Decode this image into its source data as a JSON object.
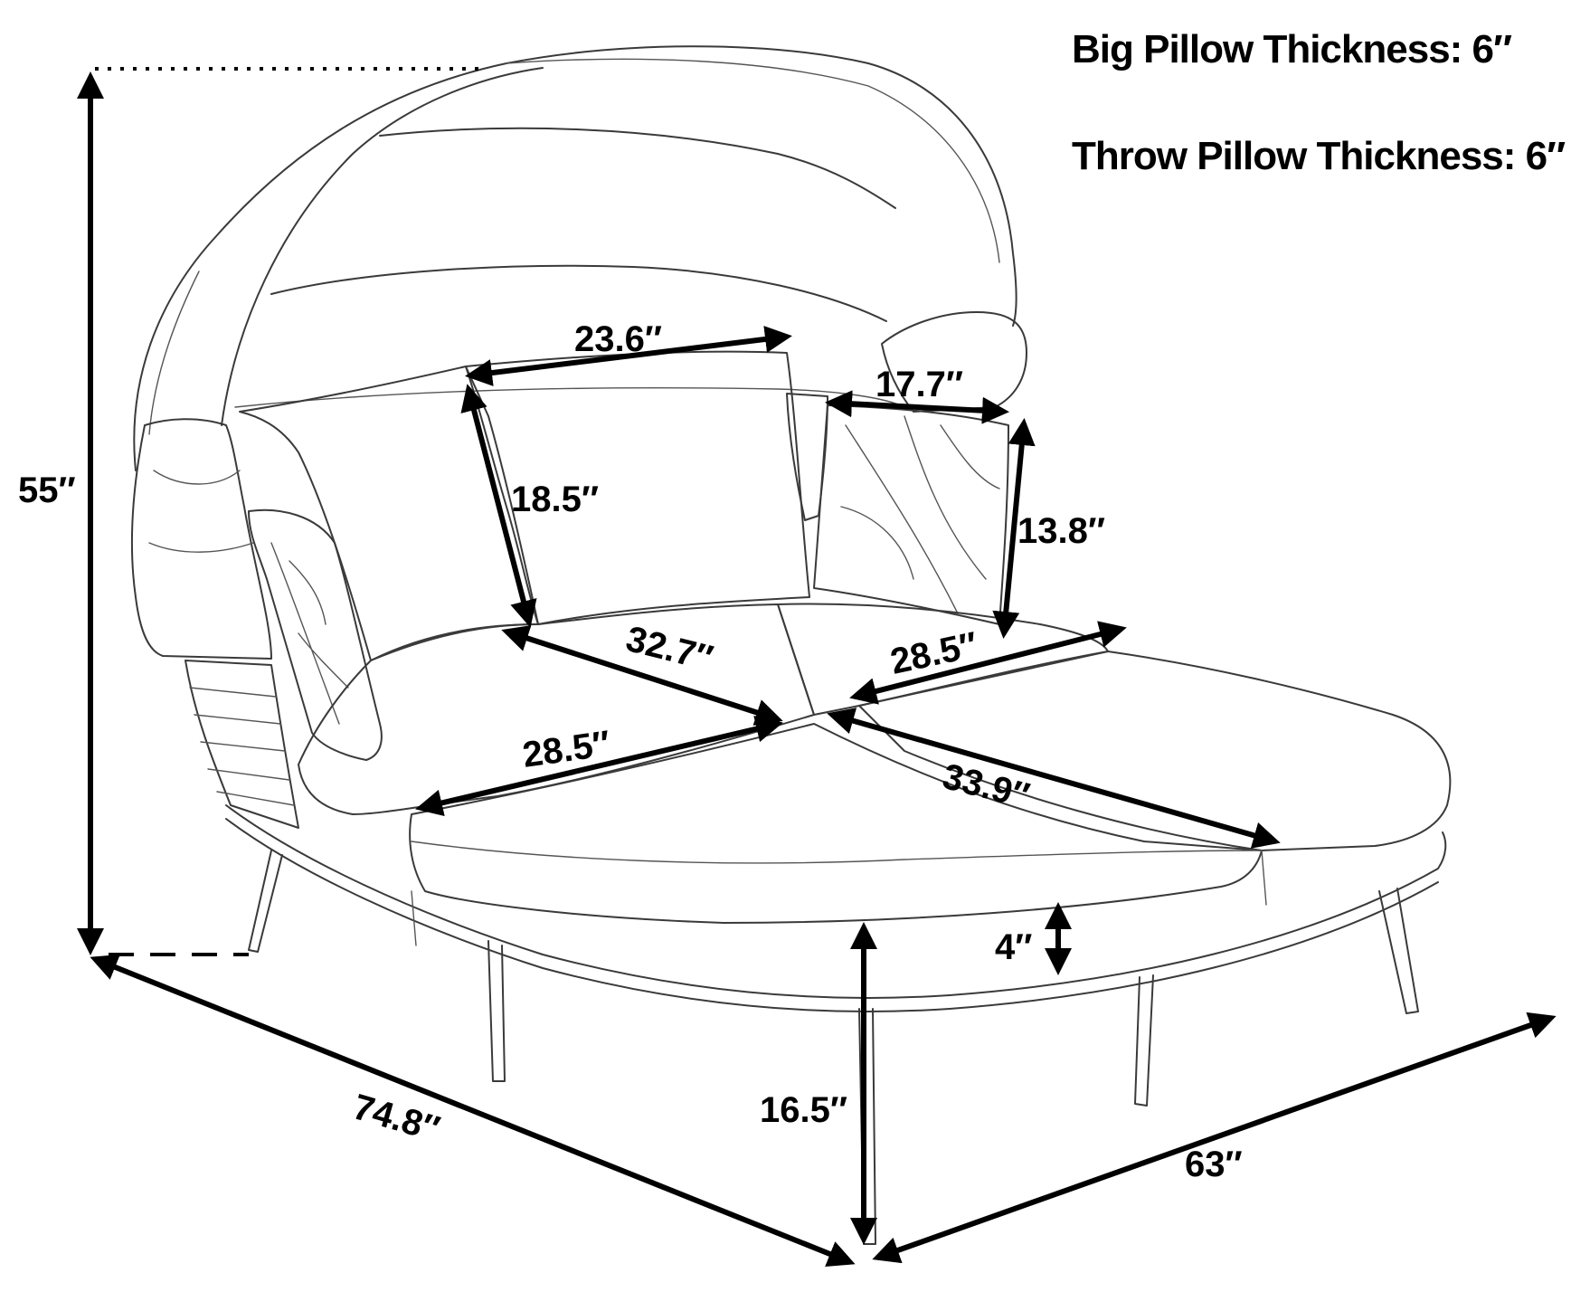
{
  "notes": {
    "big_pillow": "Big Pillow Thickness: 6″",
    "throw_pillow": "Throw Pillow Thickness: 6″"
  },
  "dimensions": {
    "overall_height": "55″",
    "overall_length": "74.8″",
    "overall_width": "63″",
    "seat_height": "16.5″",
    "cushion_thickness": "4″",
    "big_pillow_width": "23.6″",
    "big_pillow_height": "18.5″",
    "throw_pillow_width": "17.7″",
    "throw_pillow_height": "13.8″",
    "back_cushion_width": "32.7″",
    "back_cushion_depth": "28.5″",
    "front_left_cushion_width": "28.5″",
    "front_right_cushion_length": "33.9″"
  }
}
